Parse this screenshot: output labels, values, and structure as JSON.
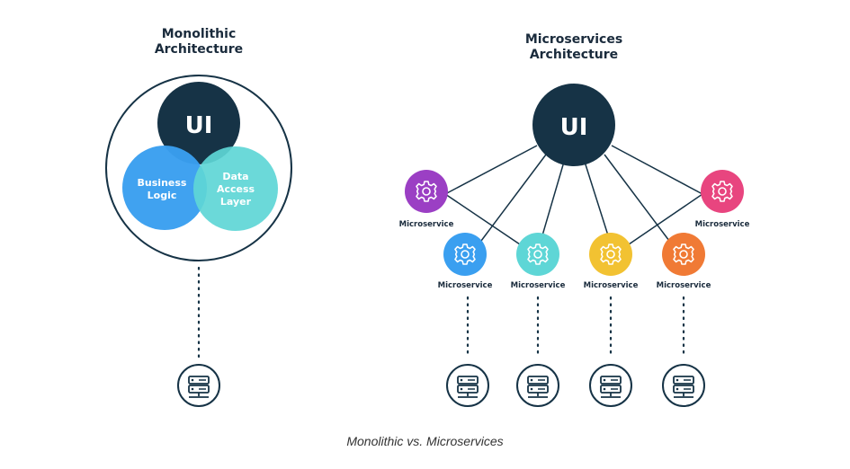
{
  "monolith": {
    "title_line1": "Monolithic",
    "title_line2": "Architecture",
    "ui_label": "UI",
    "business_line1": "Business",
    "business_line2": "Logic",
    "data_line1": "Data",
    "data_line2": "Access",
    "data_line3": "Layer"
  },
  "micro": {
    "title_line1": "Microservices",
    "title_line2": "Architecture",
    "ui_label": "UI",
    "services": [
      {
        "label": "Microservice",
        "color": "#9b3fc4"
      },
      {
        "label": "Microservice",
        "color": "#e8457f"
      },
      {
        "label": "Microservice",
        "color": "#3a9ff0"
      },
      {
        "label": "Microservice",
        "color": "#5ed6d6"
      },
      {
        "label": "Microservice",
        "color": "#f2c232"
      },
      {
        "label": "Microservice",
        "color": "#f07a35"
      }
    ]
  },
  "colors": {
    "navy": "#163346",
    "business_blue": "#3a9ff0",
    "data_teal": "#5ed6d6"
  },
  "icons": {
    "service": "gear-icon",
    "database": "server-icon"
  },
  "caption": "Monolithic vs. Microservices"
}
